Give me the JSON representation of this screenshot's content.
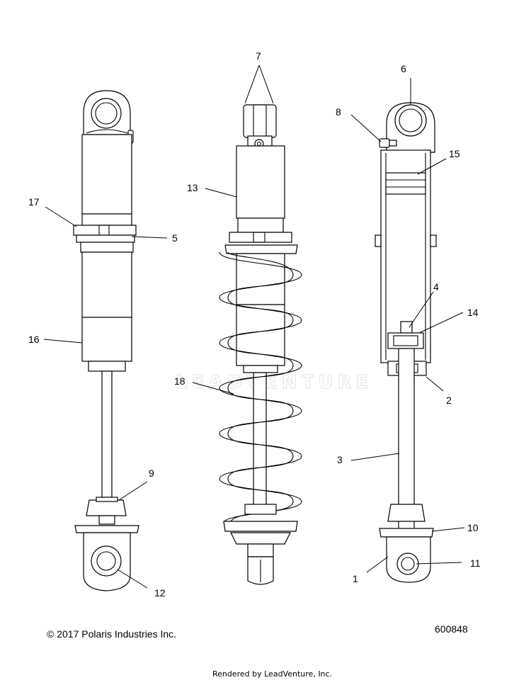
{
  "callouts": [
    "1",
    "2",
    "3",
    "4",
    "5",
    "6",
    "7",
    "8",
    "9",
    "10",
    "11",
    "12",
    "13",
    "14",
    "15",
    "16",
    "17",
    "18"
  ],
  "copyright": "© 2017 Polaris Industries Inc.",
  "diagram_number": "600848",
  "rendered_by": "Rendered by LeadVenture, Inc.",
  "watermark": "LEADVENTURE"
}
